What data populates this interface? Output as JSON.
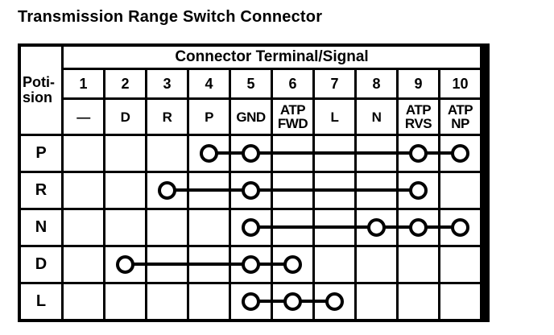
{
  "title": "Transmission Range Switch Connector",
  "table": {
    "corner_label_line1": "Poti-",
    "corner_label_line2": "sion",
    "header": "Connector Terminal/Signal",
    "terminals": [
      "1",
      "2",
      "3",
      "4",
      "5",
      "6",
      "7",
      "8",
      "9",
      "10"
    ],
    "signals": [
      "—",
      "D",
      "R",
      "P",
      "GND",
      "ATP FWD",
      "L",
      "N",
      "ATP RVS",
      "ATP NP"
    ],
    "rows": [
      {
        "position": "P",
        "connected_terminals": [
          4,
          5,
          9,
          10
        ]
      },
      {
        "position": "R",
        "connected_terminals": [
          3,
          5,
          9
        ]
      },
      {
        "position": "N",
        "connected_terminals": [
          5,
          8,
          9,
          10
        ]
      },
      {
        "position": "D",
        "connected_terminals": [
          2,
          5,
          6
        ]
      },
      {
        "position": "L",
        "connected_terminals": [
          5,
          6,
          7
        ]
      }
    ]
  },
  "colors": {
    "ink": "#000000",
    "paper": "#ffffff"
  }
}
